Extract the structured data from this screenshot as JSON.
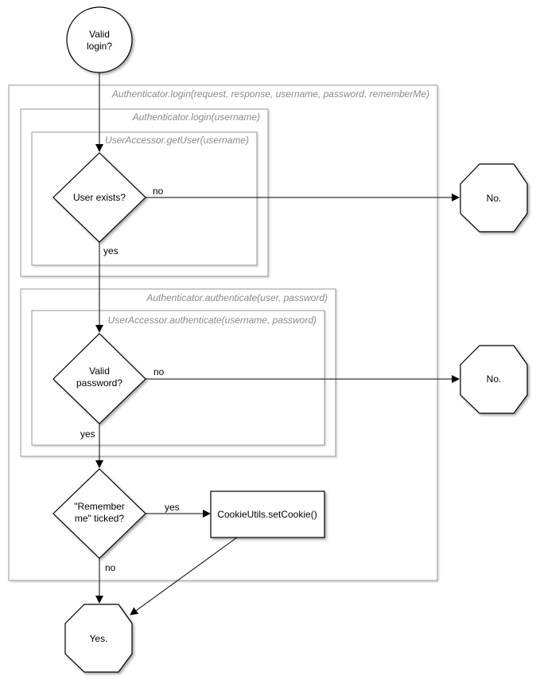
{
  "nodes": {
    "start": [
      "Valid",
      "login?"
    ],
    "user_exists": [
      "User exists?"
    ],
    "valid_password": [
      "Valid",
      "password?"
    ],
    "remember_me": [
      "\"Remember",
      "me\" ticked?"
    ],
    "set_cookie": [
      "CookieUtils.setCookie()"
    ],
    "no_user": [
      "No."
    ],
    "no_password": [
      "No."
    ],
    "yes_end": [
      "Yes."
    ]
  },
  "frames": {
    "login_full": "Authenticator.login(request, response, username, password, rememberMe)",
    "login_username": "Authenticator.login(username)",
    "get_user": "UserAccessor.getUser(username)",
    "authenticate": "Authenticator.authenticate(user, password)",
    "accessor_authenticate": "UserAccessor.authenticate(username, password)"
  },
  "edges": {
    "user_exists_no": "no",
    "user_exists_yes": "yes",
    "password_no": "no",
    "password_yes": "yes",
    "remember_yes": "yes",
    "remember_no": "no"
  }
}
